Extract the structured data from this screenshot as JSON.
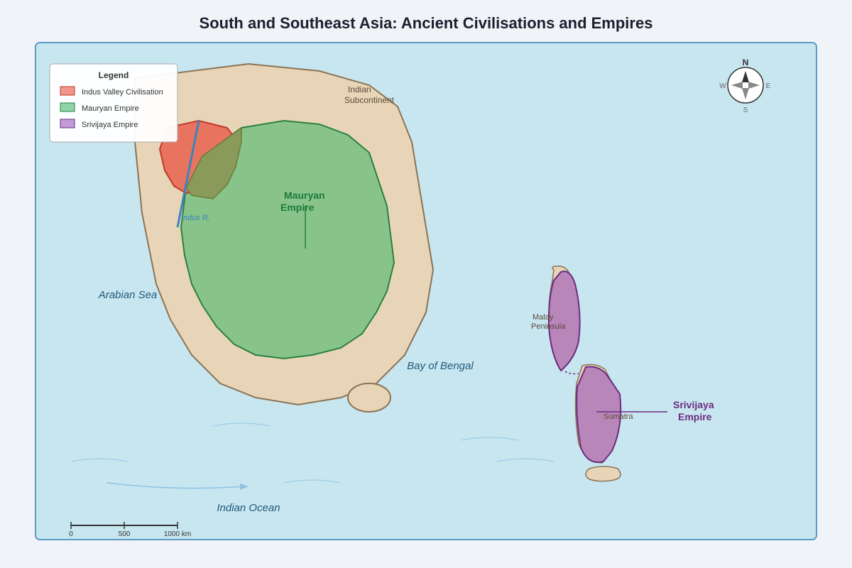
{
  "title": "South and Southeast Asia: Ancient Civilisations and Empires",
  "colors": {
    "page_bg": "#f0f4f8",
    "sea": "#c8e6f0",
    "sea_border": "#5b9bc8",
    "land": "#e8d5b7",
    "land_border": "#8b7355",
    "indus": "#e8735f",
    "indus_border": "#c0392b",
    "mauryan": "#88c48a",
    "mauryan_border": "#2a8040",
    "srivijaya": "#b886b8",
    "srivijaya_border": "#6a2d80",
    "river": "#3a84c0"
  },
  "legend": {
    "title": "Legend",
    "items": [
      {
        "label": "Indus Valley Civilisation",
        "color": "#f0978a"
      },
      {
        "label": "Mauryan Empire",
        "color": "#8fd4a8"
      },
      {
        "label": "Srivijaya Empire",
        "color": "#c49ad8"
      }
    ]
  },
  "labels": {
    "indian_subcontinent": [
      "Indian",
      "Subcontinent"
    ],
    "mauryan": [
      "Mauryan",
      "Empire"
    ],
    "indus_river": "Indus R.",
    "arabian_sea": "Arabian Sea",
    "bay_of_bengal": "Bay of Bengal",
    "indian_ocean": "Indian Ocean",
    "malay": [
      "Malay",
      "Peninsula"
    ],
    "sumatra": "Sumatra",
    "srivijaya": [
      "Srivijaya",
      "Empire"
    ]
  },
  "compass": {
    "n": "N",
    "s": "S",
    "e": "E",
    "w": "W"
  },
  "scale": {
    "ticks": [
      "0",
      "500",
      "1000 km"
    ]
  }
}
